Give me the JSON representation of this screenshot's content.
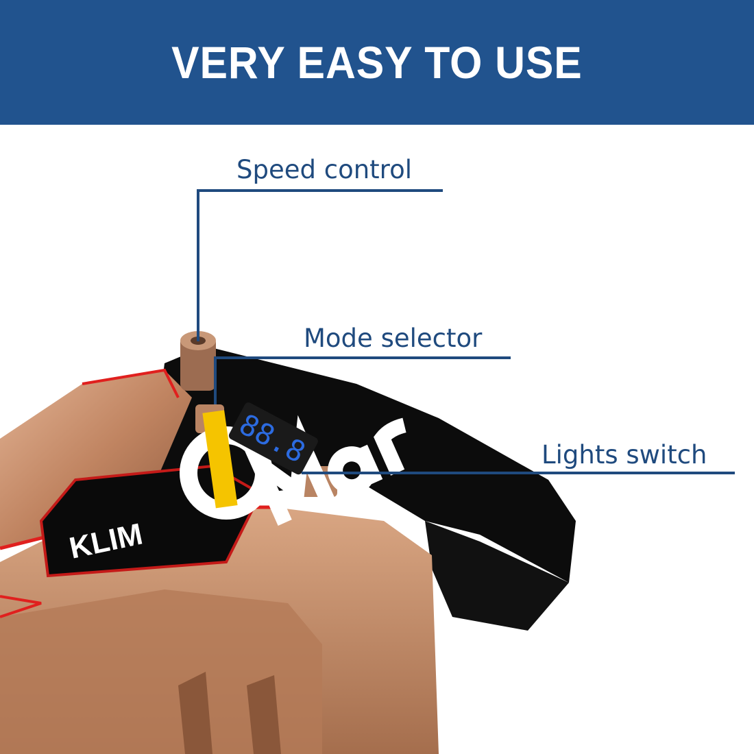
{
  "header": {
    "title": "VERY EASY TO USE"
  },
  "callouts": {
    "speed": "Speed control",
    "mode": "Mode selector",
    "lights": "Lights switch"
  },
  "product": {
    "brand": "KLIM",
    "display": "88.8"
  },
  "watermark": {
    "text": "Mart"
  },
  "colors": {
    "header_bg": "#21538e",
    "callout": "#1f4a7e",
    "copper": "#c98f6c",
    "accent_red": "#e0201e",
    "watermark_yellow": "#f5c400"
  }
}
